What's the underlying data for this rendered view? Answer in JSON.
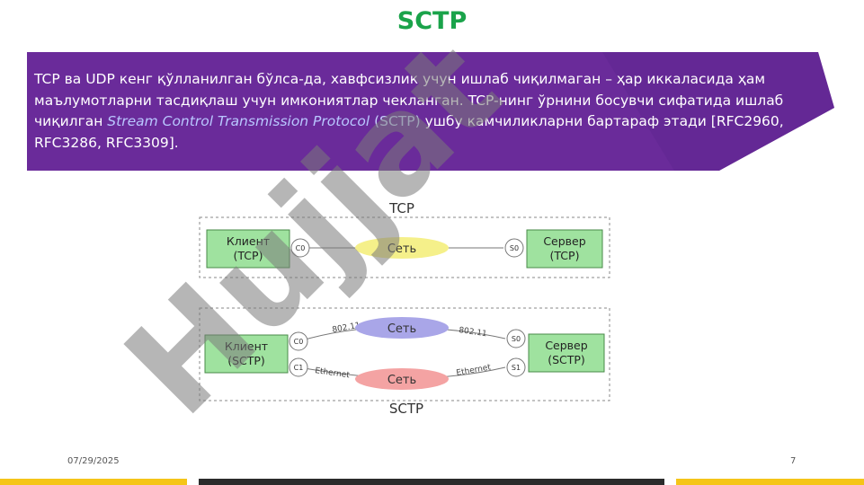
{
  "slide": {
    "title": "SCTP",
    "banner_text": {
      "part1": "TCP ва UDP кенг қўлланилган бўлса-да, хавфсизлик учун ишлаб чиқилмаган – ҳар иккаласида ҳам маълумотларни тасдиқлаш учун имкониятлар чекланган. TCP-нинг ўрнини босувчи сифатида ишлаб чиқилган ",
      "italic": "Stream Control Transmission Protocol",
      "part2": " (SCTP)",
      "part3": " ушбу камчиликларни бартараф этади [RFC2960, RFC3286, RFC3309]."
    },
    "footer_date": "07/29/2025",
    "page_number": "7",
    "watermark": "Hujjat"
  },
  "diagram": {
    "tcp": {
      "label": "TCP",
      "client": [
        "Клиент",
        "(TCP)"
      ],
      "server": [
        "Сервер",
        "(TCP)"
      ],
      "client_port": "C0",
      "server_port": "S0",
      "network": "Сеть"
    },
    "sctp": {
      "label": "SCTP",
      "client": [
        "Клиент",
        "(SCTP)"
      ],
      "server": [
        "Сервер",
        "(SCTP)"
      ],
      "client_ports": [
        "C0",
        "C1"
      ],
      "server_ports": [
        "S0",
        "S1"
      ],
      "network_top": "Сеть",
      "network_bottom": "Сеть",
      "link_top_left": "802.11",
      "link_top_right": "802.11",
      "link_bottom_left": "Ethernet",
      "link_bottom_right": "Ethernet"
    }
  },
  "colors": {
    "title": "#1aa34a",
    "banner": "#6a2b9a",
    "node_fill": "#9fe29f",
    "net_yellow": "#f5f08a",
    "net_blue": "#a9a6e8",
    "net_red": "#f4a3a3",
    "bar_yellow": "#f5c518",
    "bar_dark": "#2b2b2b"
  }
}
